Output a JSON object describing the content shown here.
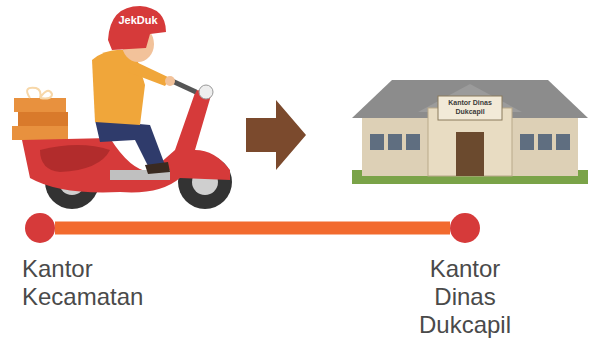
{
  "diagram": {
    "nodes": [
      {
        "text": [
          "Kantor Kecamatan"
        ]
      },
      {
        "text": [
          "Kantor Dinas Dukcapil"
        ]
      }
    ],
    "edges": [
      {
        "from": 0,
        "to": 1,
        "arrow": "none"
      }
    ],
    "labels": [
      "JekDuk",
      "Kantor Dinas Dukcapil"
    ]
  }
}
